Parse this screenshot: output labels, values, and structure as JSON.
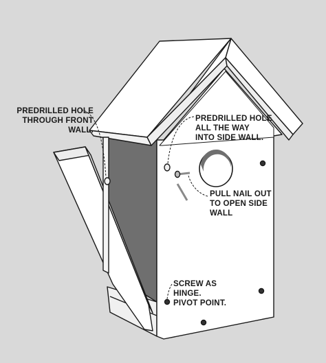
{
  "colors": {
    "background": "#d9d9d9",
    "wood_light": "#ffffff",
    "wood_shade": "#e6e6e6",
    "interior_shadow": "#6f6f6f",
    "outline": "#1a1a1a"
  },
  "callouts": {
    "front_wall_hole": [
      "PREDRILLED HOLE",
      "THROUGH FRONT",
      "WALL."
    ],
    "side_wall_hole": [
      "PREDRILLED HOLE",
      "ALL THE WAY",
      "INTO SIDE WALL."
    ],
    "pull_nail": [
      "PULL NAIL OUT",
      "TO OPEN SIDE",
      "WALL"
    ],
    "screw_hinge": [
      "SCREW AS",
      "HINGE.",
      "PIVOT POINT."
    ]
  }
}
